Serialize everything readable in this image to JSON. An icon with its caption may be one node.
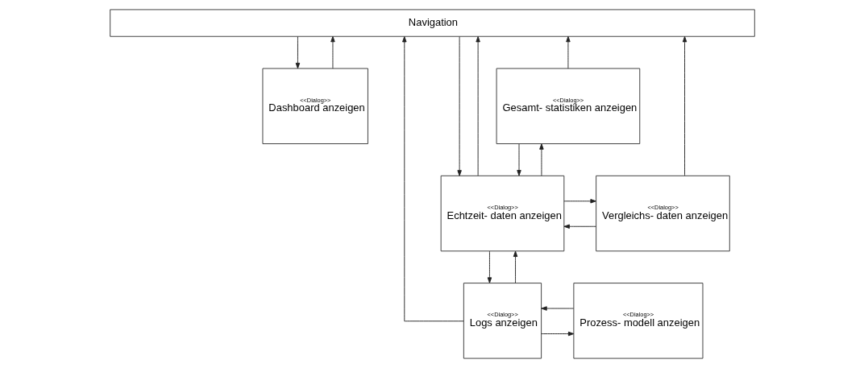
{
  "diagram": {
    "nodes": [
      {
        "text": [
          "Navigation"
        ]
      },
      {
        "text": [
          "<<Dialog>>",
          "Dashboard anzeigen"
        ]
      },
      {
        "text": [
          "<<Dialog>>",
          "Gesamt- statistiken anzeigen"
        ]
      },
      {
        "text": [
          "<<Dialog>>",
          "Echtzeit- daten anzeigen"
        ]
      },
      {
        "text": [
          "<<Dialog>>",
          "Vergleichs- daten anzeigen"
        ]
      },
      {
        "text": [
          "<<Dialog>>",
          "Prozess- modell anzeigen"
        ]
      },
      {
        "text": [
          "<<Dialog>>",
          "Logs anzeigen"
        ]
      }
    ],
    "edges": [
      {
        "from": 1,
        "to": 0,
        "arrow": "to"
      },
      {
        "from": 0,
        "to": 1,
        "arrow": "to"
      },
      {
        "from": 3,
        "to": 0,
        "arrow": "to"
      },
      {
        "from": 0,
        "to": 3,
        "arrow": "to"
      },
      {
        "from": 2,
        "to": 0,
        "arrow": "to"
      },
      {
        "from": 4,
        "to": 0,
        "arrow": "to"
      },
      {
        "from": 6,
        "to": 0,
        "arrow": "to"
      },
      {
        "from": 3,
        "to": 2,
        "arrow": "to"
      },
      {
        "from": 2,
        "to": 3,
        "arrow": "to"
      },
      {
        "from": 3,
        "to": 4,
        "arrow": "to"
      },
      {
        "from": 4,
        "to": 3,
        "arrow": "to"
      },
      {
        "from": 3,
        "to": 6,
        "arrow": "to"
      },
      {
        "from": 6,
        "to": 3,
        "arrow": "to"
      },
      {
        "from": 6,
        "to": 5,
        "arrow": "to"
      },
      {
        "from": 5,
        "to": 6,
        "arrow": "to"
      }
    ]
  }
}
